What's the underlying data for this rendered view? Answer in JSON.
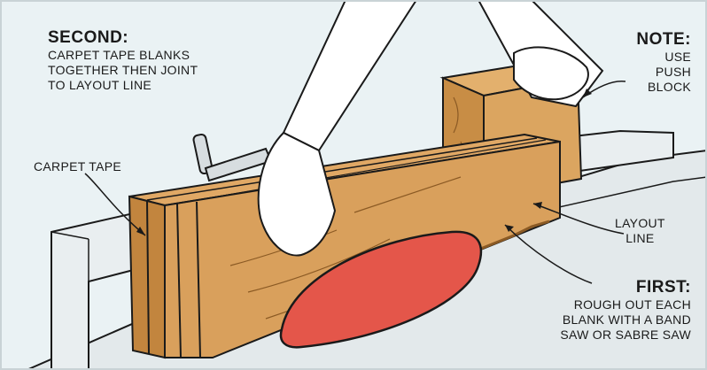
{
  "illustration": {
    "colors": {
      "background": "#eaf2f4",
      "outline": "#1a1a1a",
      "wood": "#d9a05c",
      "wood_dark": "#a86a2c",
      "fence": "#e9eef0",
      "table": "#e3e9eb",
      "guard": "#e4564a",
      "hand": "#ffffff"
    },
    "callouts": {
      "second": {
        "heading": "SECOND:",
        "body": "CARPET TAPE BLANKS\nTOGETHER THEN JOINT\nTO LAYOUT LINE"
      },
      "note": {
        "heading": "NOTE:",
        "body": "USE\nPUSH\nBLOCK"
      },
      "carpet_tape": "CARPET TAPE",
      "layout_line": "LAYOUT\nLINE",
      "first": {
        "heading": "FIRST:",
        "body": "ROUGH OUT EACH\nBLANK WITH A BAND\nSAW OR SABRE SAW"
      }
    }
  }
}
